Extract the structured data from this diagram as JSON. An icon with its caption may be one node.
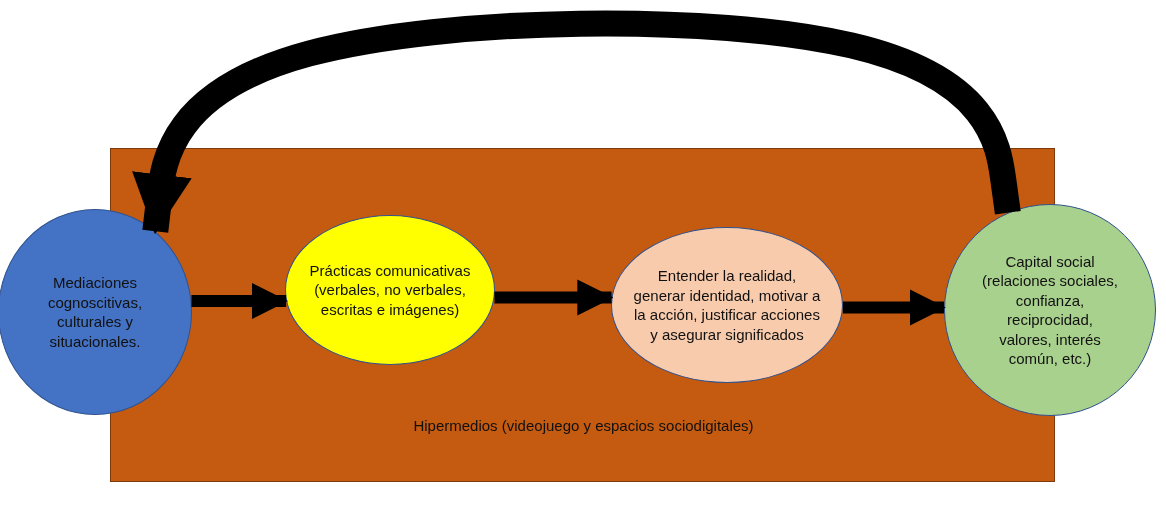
{
  "diagram": {
    "nodes": [
      {
        "text": [
          "Hipermedios (videojuego y espacios sociodigitales)"
        ]
      },
      {
        "text": [
          "Mediaciones cognoscitivas, culturales y situacionales."
        ]
      },
      {
        "text": [
          "Prácticas comunicativas (verbales, no verbales, escritas e imágenes)"
        ],
        "in": 0
      },
      {
        "text": [
          "Entender la realidad, generar identidad, motivar a la acción, justificar acciones y asegurar significados"
        ],
        "in": 0
      },
      {
        "text": [
          "Capital social (relaciones sociales, confianza, reciprocidad, valores, interés común, etc.)"
        ]
      }
    ],
    "edges": [
      {
        "from": 1,
        "to": 2,
        "arrow": "to"
      },
      {
        "from": 2,
        "to": 3,
        "arrow": "to"
      },
      {
        "from": 3,
        "to": 4,
        "arrow": "to"
      },
      {
        "from": 4,
        "to": 1,
        "arrow": "to",
        "style": "thick"
      }
    ]
  }
}
